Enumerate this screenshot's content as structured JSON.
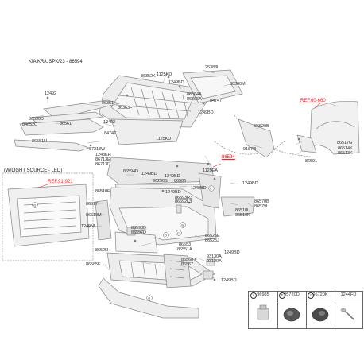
{
  "header": {
    "title": "KIA KR/USPK/23 - 86594"
  },
  "inset": {
    "title": "(W/LIGHT SOURCE - LED)"
  },
  "refs": {
    "fender": "REF.60-660",
    "inset": "REF.91-921",
    "center": "86594"
  },
  "labels": {
    "l25388L": "25388L",
    "l86352K": "86352K",
    "l1125KD_a": "1125KD",
    "l1249BD_a": "1249BD",
    "l86360M": "86360M",
    "l12492_a": "12492",
    "l86351": "86351",
    "l86363F": "86363F",
    "l86564A": "86564A",
    "l86565A": "86565A",
    "l84747_a": "84747",
    "l1249BD_b": "1249BD",
    "l86530D": "86530D",
    "l84652C": "84652C",
    "l86561": "86561",
    "l12492_b": "12492",
    "l84747_b": "84747",
    "l1125KD_b": "1125KD",
    "l86520B": "86520B",
    "l86551H": "86551H",
    "l87218W": "87218W",
    "l1243KH": "1243KH",
    "l86713E": "86713E",
    "l86713D": "86713D",
    "l91870H": "91870H",
    "l86517G": "86517G",
    "l86514K": "86514K",
    "l86513K": "86513K",
    "l86591": "86591",
    "l86594D": "86594D",
    "l1249BD_c": "1249BD",
    "l1249BD_d": "1249BD",
    "l1125EA": "1125EA",
    "l86510F": "86510F",
    "l96250S": "96250S",
    "l86586": "86586",
    "l1249BD_e": "1249BD",
    "l1249BD_f": "1249BD",
    "l1249BD_g": "1249BD",
    "l86593R3": "86593R3",
    "l86592L3": "86592L3",
    "l86517": "86517",
    "l86519M": "86519M",
    "l86510L": "86510L",
    "l86510K": "86510K",
    "l86570B": "86570B",
    "l86579L": "86579L",
    "l86598D": "86598D",
    "l86597D": "86597D",
    "l1249NL": "1249NL",
    "l86526E": "86526E",
    "l86525J": "86525J",
    "l86525H": "86525H",
    "l86553": "86553",
    "l86551A": "86551A",
    "l93130A": "93130A",
    "l93120A": "93120A",
    "l1249BD_h": "1249BD",
    "l86565F": "86565F",
    "l86568": "86568",
    "l86567": "86567",
    "l1249BD_i": "1249BD"
  },
  "legend": {
    "items": [
      {
        "letter": "a",
        "code": "96985"
      },
      {
        "letter": "b",
        "code": "95720D"
      },
      {
        "letter": "c",
        "code": "95720K"
      },
      {
        "letter": "",
        "code": "1244FD"
      }
    ]
  },
  "colors": {
    "line": "#8a8a8a",
    "text": "#333333",
    "ref": "#e8262b",
    "part_fill": "#e6e6e6"
  }
}
